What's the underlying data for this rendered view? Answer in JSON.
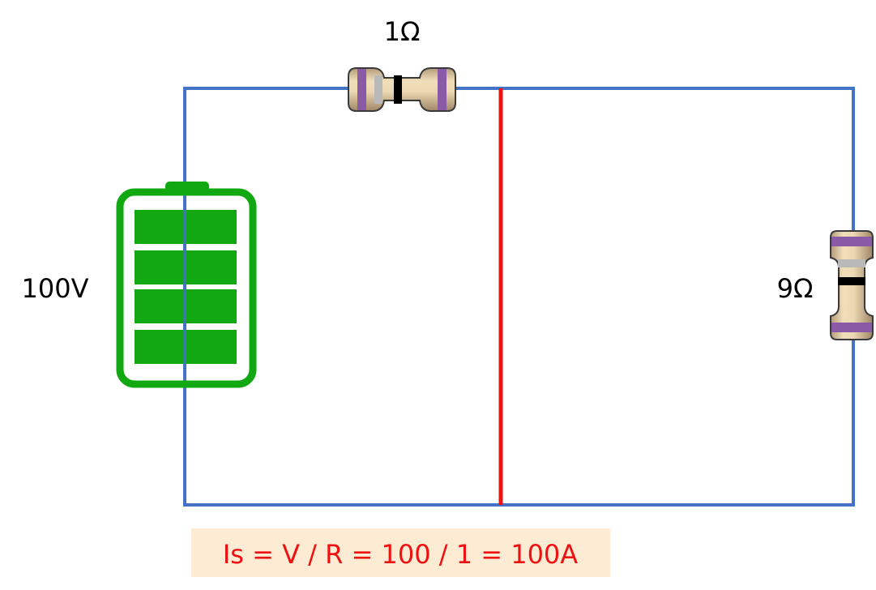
{
  "battery": {
    "label": "100V",
    "color": "#12a812"
  },
  "resistor_top": {
    "label": "1Ω",
    "band_colors": [
      "#8a5aa6",
      "#b9b9b9",
      "#000000",
      "#8a5aa6"
    ]
  },
  "resistor_right": {
    "label": "9Ω",
    "band_colors": [
      "#8a5aa6",
      "#b9b9b9",
      "#000000",
      "#8a5aa6"
    ]
  },
  "wire": {
    "color": "#4472c4"
  },
  "short_circuit": {
    "color": "#ee1111"
  },
  "formula": {
    "text": "Is = V / R = 100 / 1 = 100A",
    "text_color": "#ee1111",
    "background": "#fdebd3"
  }
}
